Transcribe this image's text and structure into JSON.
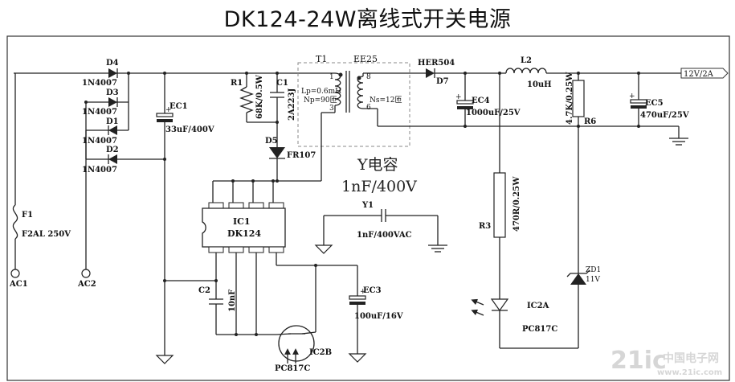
{
  "title": "DK124-24W离线式开关电源",
  "components": {
    "d4": {
      "ref": "D4",
      "part": "1N4007"
    },
    "d3": {
      "ref": "D3",
      "part": "1N4007"
    },
    "d1": {
      "ref": "D1",
      "part": "1N4007"
    },
    "d2": {
      "ref": "D2",
      "part": "1N4007"
    },
    "ec1": {
      "ref": "EC1",
      "value": "33uF/400V"
    },
    "r1": {
      "ref": "R1",
      "value": "68K/0.5W"
    },
    "c1": {
      "ref": "C1",
      "value": "2A223J"
    },
    "t1": {
      "ref": "T1",
      "core": "EE25",
      "primary": "Lp=0.6mH",
      "np": "Np=90匝",
      "ns": "Ns=12匝",
      "pin1": "1",
      "pin3": "3",
      "pin8": "8",
      "pin6": "6"
    },
    "d5": {
      "ref": "D5",
      "part": "FR107"
    },
    "d7": {
      "ref": "D7",
      "part": "HER504"
    },
    "ec4": {
      "ref": "EC4",
      "value": "1000uF/25V"
    },
    "l2": {
      "ref": "L2",
      "value": "10uH"
    },
    "r6": {
      "ref": "R6",
      "value": "4.7K/0.25W"
    },
    "ec5": {
      "ref": "EC5",
      "value": "470uF/25V"
    },
    "output": "12V/2A",
    "ycap_note": {
      "line1": "Y电容",
      "line2": "1nF/400V"
    },
    "y1": {
      "ref": "Y1",
      "value": "1nF/400VAC"
    },
    "ic1": {
      "ref": "IC1",
      "part": "DK124"
    },
    "c2": {
      "ref": "C2",
      "value": "10nF"
    },
    "ec3": {
      "ref": "EC3",
      "value": "100uF/16V"
    },
    "ic2b": {
      "ref": "IC2B",
      "part": "PC817C"
    },
    "r3": {
      "ref": "R3",
      "value": "470R/0.25W"
    },
    "ic2a": {
      "ref": "IC2A",
      "part": "PC817C"
    },
    "zd1": {
      "ref": "ZD1",
      "value": "11V"
    },
    "f1": {
      "ref": "F1",
      "value": "F2AL 250V"
    },
    "ac1": "AC1",
    "ac2": "AC2"
  },
  "watermark": {
    "brand": "21ic",
    "cn": "中国电子网",
    "url": "www.21ic.com"
  }
}
